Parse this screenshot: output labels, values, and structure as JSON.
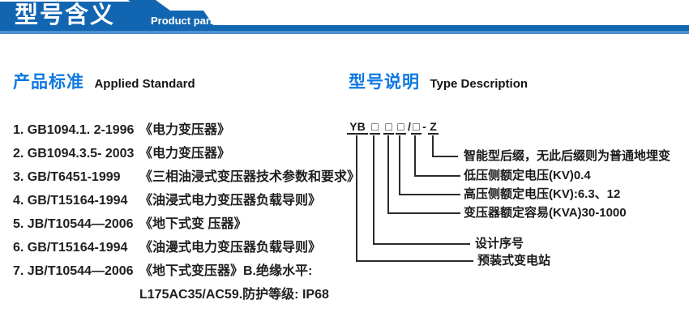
{
  "banner": {
    "title_cn": "型号含义",
    "title_en": "Product parameters"
  },
  "colors": {
    "banner_blue": "#1266b1",
    "banner_light": "#4d90cf",
    "heading_blue": "#0f78e0",
    "text_dark": "#1f1f1f",
    "diagram_line": "#2b2b2b"
  },
  "standards": {
    "heading_cn": "产品标准",
    "heading_en": "Applied Standard",
    "items": [
      {
        "code": "1. GB1094.1. 2-1996",
        "title": "《电力变压器》"
      },
      {
        "code": "2. GB1094.3.5- 2003",
        "title": "《电力变压器》"
      },
      {
        "code": "3. GB/T6451-1999",
        "title": "《三相油浸式变压器技术参数和要求》"
      },
      {
        "code": "4. GB/T15164-1994",
        "title": "《油浸式电力变压器负载导则》"
      },
      {
        "code": "5. JB/T10544—2006",
        "title": "《地下式变 压器》"
      },
      {
        "code": "6. GB/T15164-1994",
        "title": "《油漫式电力变压器负载导则》"
      },
      {
        "code": "7. JB/T10544—2006",
        "title": "《地下式变压器》B.绝缘水平:"
      }
    ],
    "continuation": "L175AC35/AC59.防护等级: IP68"
  },
  "type_desc": {
    "heading_cn": "型号说明",
    "heading_en": "Type Description",
    "model_code": {
      "seg_yb": "YB",
      "seg_box1": "□",
      "seg_box2": "□",
      "seg_box3": "□",
      "seg_slash": "/",
      "seg_box4": "□",
      "seg_dash": "-",
      "seg_z": "Z"
    },
    "labels": [
      "智能型后缀，无此后缀则为普通地埋变",
      "低压侧额定电压(KV)0.4",
      "高压侧额定电压(KV):6.3、12",
      "变压器额定容易(KVA)30-1000",
      "设计序号",
      "预装式变电站"
    ]
  }
}
